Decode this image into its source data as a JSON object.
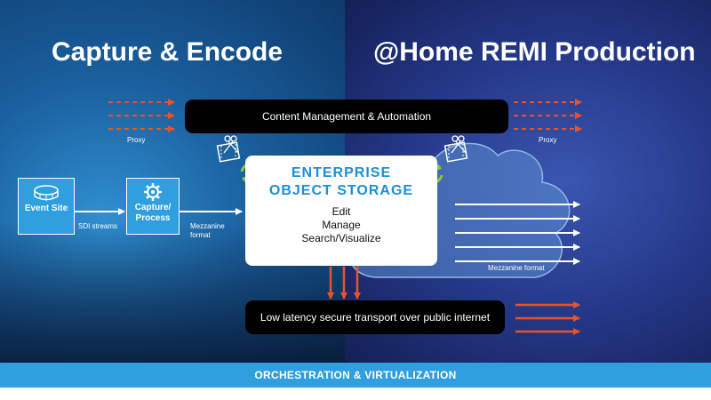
{
  "left_title": "Capture & Encode",
  "right_title": "@Home REMI Production",
  "top_bar": "Content Management & Automation",
  "bottom_bar": "Low latency secure transport over public internet",
  "proxy_left": "Proxy",
  "proxy_right": "Proxy",
  "event_site": "Event Site",
  "sdi_streams": "SDI streams",
  "capture_process": [
    "Capture/",
    "Process"
  ],
  "mezzanine_left": [
    "Mezzanine",
    "format"
  ],
  "storage": {
    "title_line1": "ENTERPRISE",
    "title_line2": "OBJECT STORAGE",
    "items": [
      "Edit",
      "Manage",
      "Search/Visualize"
    ]
  },
  "mezzanine_right": "Mezzanine format",
  "footer": "ORCHESTRATION & VIRTUALIZATION",
  "colors": {
    "accent_blue": "#2f9fe0",
    "arrow_red": "#e8532b",
    "cycle_green": "#8dc63f",
    "storage_title": "#1b8fd6"
  },
  "icons": [
    "stadium-icon",
    "gear-icon",
    "film-scissors-icon",
    "cycle-arrows-icon",
    "cloud-icon"
  ]
}
